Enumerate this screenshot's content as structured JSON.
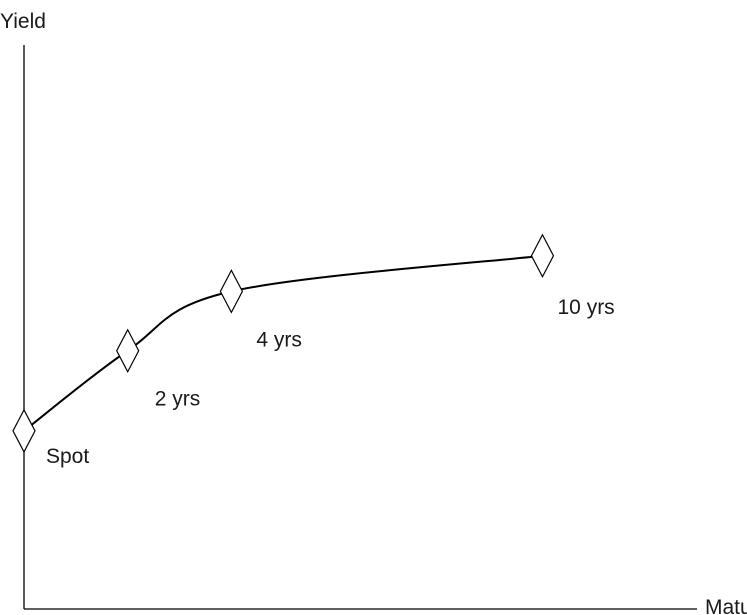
{
  "chart_data": {
    "type": "line",
    "ylabel": "Yield",
    "xlabel": "Maturity",
    "grid": false,
    "legend": "none",
    "points": [
      {
        "label": "Spot",
        "x": 0,
        "y": 2.0
      },
      {
        "label": "2 yrs",
        "x": 2,
        "y": 4.7
      },
      {
        "label": "4 yrs",
        "x": 4,
        "y": 6.7
      },
      {
        "label": "10 yrs",
        "x": 10,
        "y": 7.9
      }
    ],
    "xlim": [
      0,
      13
    ],
    "ylim": [
      -4,
      15
    ],
    "colors": {
      "line": "#000000",
      "marker_fill": "#ffffff"
    }
  }
}
